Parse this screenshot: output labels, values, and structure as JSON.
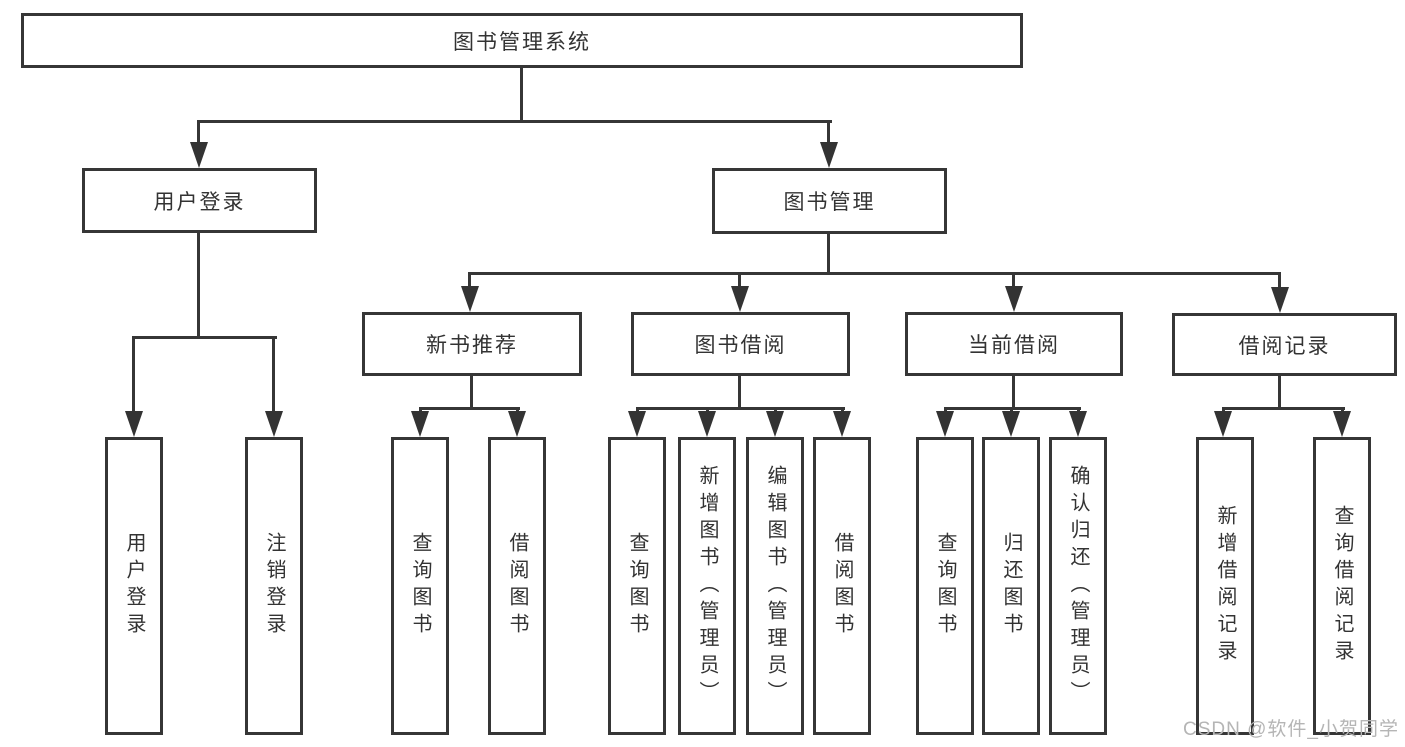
{
  "colors": {
    "line": "#363636",
    "text": "#333333",
    "background": "#ffffff",
    "watermark": "#b5b5b5"
  },
  "watermark": {
    "text": "CSDN @软件_小贺同学"
  },
  "tree": {
    "label": "图书管理系统",
    "children": [
      {
        "label": "用户登录",
        "children": [
          {
            "label": "用户登录"
          },
          {
            "label": "注销登录"
          }
        ]
      },
      {
        "label": "图书管理",
        "children": [
          {
            "label": "新书推荐",
            "children": [
              {
                "label": "查询图书"
              },
              {
                "label": "借阅图书"
              }
            ]
          },
          {
            "label": "图书借阅",
            "children": [
              {
                "label": "查询图书"
              },
              {
                "label": "新增图书（管理员）"
              },
              {
                "label": "编辑图书（管理员）"
              },
              {
                "label": "借阅图书"
              }
            ]
          },
          {
            "label": "当前借阅",
            "children": [
              {
                "label": "查询图书"
              },
              {
                "label": "归还图书"
              },
              {
                "label": "确认归还（管理员）"
              }
            ]
          },
          {
            "label": "借阅记录",
            "children": [
              {
                "label": "新增借阅记录"
              },
              {
                "label": "查询借阅记录"
              }
            ]
          }
        ]
      }
    ]
  }
}
